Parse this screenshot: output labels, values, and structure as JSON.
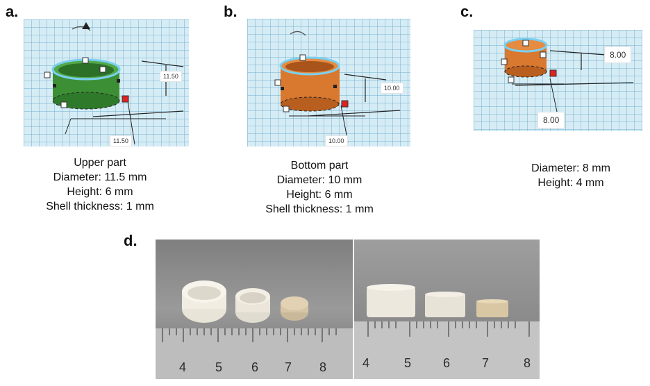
{
  "panels": {
    "a": {
      "letter": "a.",
      "dim_right": "11.50",
      "dim_bottom": "11.50",
      "caption": [
        "Upper part",
        "Diameter: 11.5 mm",
        "Height: 6 mm",
        "Shell thickness: 1 mm"
      ],
      "color": "#3d8f35"
    },
    "b": {
      "letter": "b.",
      "dim_right": "10.00",
      "dim_bottom": "10.00",
      "caption": [
        "Bottom part",
        "Diameter: 10 mm",
        "Height: 6 mm",
        "Shell thickness: 1 mm"
      ],
      "color": "#d9782f"
    },
    "c": {
      "letter": "c.",
      "dim_right": "8.00",
      "dim_bottom": "8.00",
      "caption": [
        "Diameter: 8 mm",
        "Height: 4 mm"
      ],
      "color": "#d9782f"
    },
    "d": {
      "letter": "d.",
      "ruler_left": [
        "4",
        "5",
        "6",
        "7",
        "8"
      ],
      "ruler_right": [
        "4",
        "5",
        "6",
        "7",
        "8"
      ]
    }
  }
}
